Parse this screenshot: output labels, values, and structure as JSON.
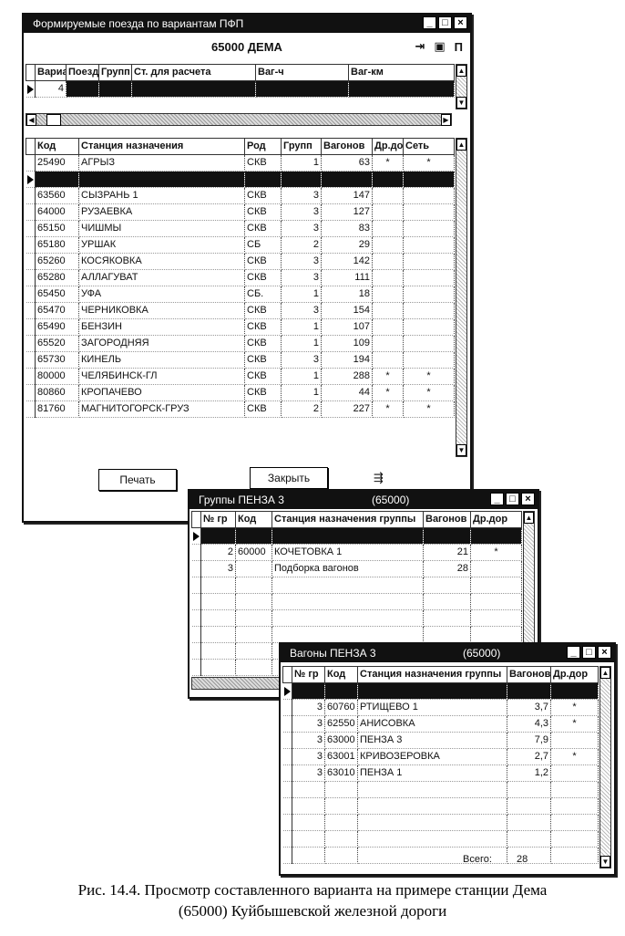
{
  "main_window": {
    "title": "Формируемые поезда по вариантам ПФП",
    "station_label": "65000 ДЕМА",
    "toolbar_icons": [
      "pin-icon",
      "save-icon",
      "print-icon"
    ],
    "toolbar_print_label": "П",
    "variants_table": {
      "columns": [
        "Вариа",
        "Поезд",
        "Групп",
        "Ст. для расчета",
        "Ваг-ч",
        "Ваг-км"
      ],
      "rows": [
        [
          "4",
          "",
          "",
          "",
          "",
          ""
        ]
      ]
    },
    "stations_table": {
      "columns": [
        "Код",
        "Станция назначения",
        "Род",
        "Групп",
        "Вагонов",
        "Др.до",
        "Сеть"
      ],
      "rows": [
        [
          "25490",
          "АГРЫЗ",
          "СКВ",
          "1",
          "63",
          "*",
          "*"
        ],
        [
          "",
          "",
          "",
          "",
          "",
          "",
          ""
        ],
        [
          "63560",
          "СЫЗРАНЬ 1",
          "СКВ",
          "3",
          "147",
          "",
          ""
        ],
        [
          "64000",
          "РУЗАЕВКА",
          "СКВ",
          "3",
          "127",
          "",
          ""
        ],
        [
          "65150",
          "ЧИШМЫ",
          "СКВ",
          "3",
          "83",
          "",
          ""
        ],
        [
          "65180",
          "УРШАК",
          "СБ",
          "2",
          "29",
          "",
          ""
        ],
        [
          "65260",
          "КОСЯКОВКА",
          "СКВ",
          "3",
          "142",
          "",
          ""
        ],
        [
          "65280",
          "АЛЛАГУВАТ",
          "СКВ",
          "3",
          "111",
          "",
          ""
        ],
        [
          "65450",
          "УФА",
          "СБ.",
          "1",
          "18",
          "",
          ""
        ],
        [
          "65470",
          "ЧЕРНИКОВКА",
          "СКВ",
          "3",
          "154",
          "",
          ""
        ],
        [
          "65490",
          "БЕНЗИН",
          "СКВ",
          "1",
          "107",
          "",
          ""
        ],
        [
          "65520",
          "ЗАГОРОДНЯЯ",
          "СКВ",
          "1",
          "109",
          "",
          ""
        ],
        [
          "65730",
          "КИНЕЛЬ",
          "СКВ",
          "3",
          "194",
          "",
          ""
        ],
        [
          "80000",
          "ЧЕЛЯБИНСК-ГЛ",
          "СКВ",
          "1",
          "288",
          "*",
          "*"
        ],
        [
          "80860",
          "КРОПАЧЕВО",
          "СКВ",
          "1",
          "44",
          "*",
          "*"
        ],
        [
          "81760",
          "МАГНИТОГОРСК-ГРУЗ",
          "СКВ",
          "2",
          "227",
          "*",
          "*"
        ]
      ]
    },
    "buttons": {
      "print": "Печать",
      "close": "Закрыть"
    }
  },
  "groups_window": {
    "title": "Группы ПЕНЗА 3",
    "code": "(65000)",
    "table": {
      "columns": [
        "№ гр",
        "Код",
        "Станция назначения группы",
        "Вагонов",
        "Др.дор"
      ],
      "rows": [
        [
          "",
          "",
          "",
          "",
          ""
        ],
        [
          "2",
          "60000",
          "КОЧЕТОВКА 1",
          "21",
          "*"
        ],
        [
          "3",
          "",
          "Подборка вагонов",
          "28",
          ""
        ]
      ]
    }
  },
  "wagons_window": {
    "title": "Вагоны ПЕНЗА 3",
    "code": "(65000)",
    "table": {
      "columns": [
        "№ гр",
        "Код",
        "Станция назначения группы",
        "Вагонов",
        "Др.дор"
      ],
      "rows": [
        [
          "",
          "",
          "",
          "",
          ""
        ],
        [
          "3",
          "60760",
          "РТИЩЕВО 1",
          "3,7",
          "*"
        ],
        [
          "3",
          "62550",
          "АНИСОВКА",
          "4,3",
          "*"
        ],
        [
          "3",
          "63000",
          "ПЕНЗА 3",
          "7,9",
          ""
        ],
        [
          "3",
          "63001",
          "КРИВОЗЕРОВКА",
          "2,7",
          "*"
        ],
        [
          "3",
          "63010",
          "ПЕНЗА 1",
          "1,2",
          ""
        ]
      ]
    },
    "total_label": "Всего:",
    "total_value": "28"
  },
  "caption": {
    "line1": "Рис. 14.4. Просмотр составленного варианта на примере станции Дема",
    "line2": "(65000) Куйбышевской железной дороги"
  }
}
